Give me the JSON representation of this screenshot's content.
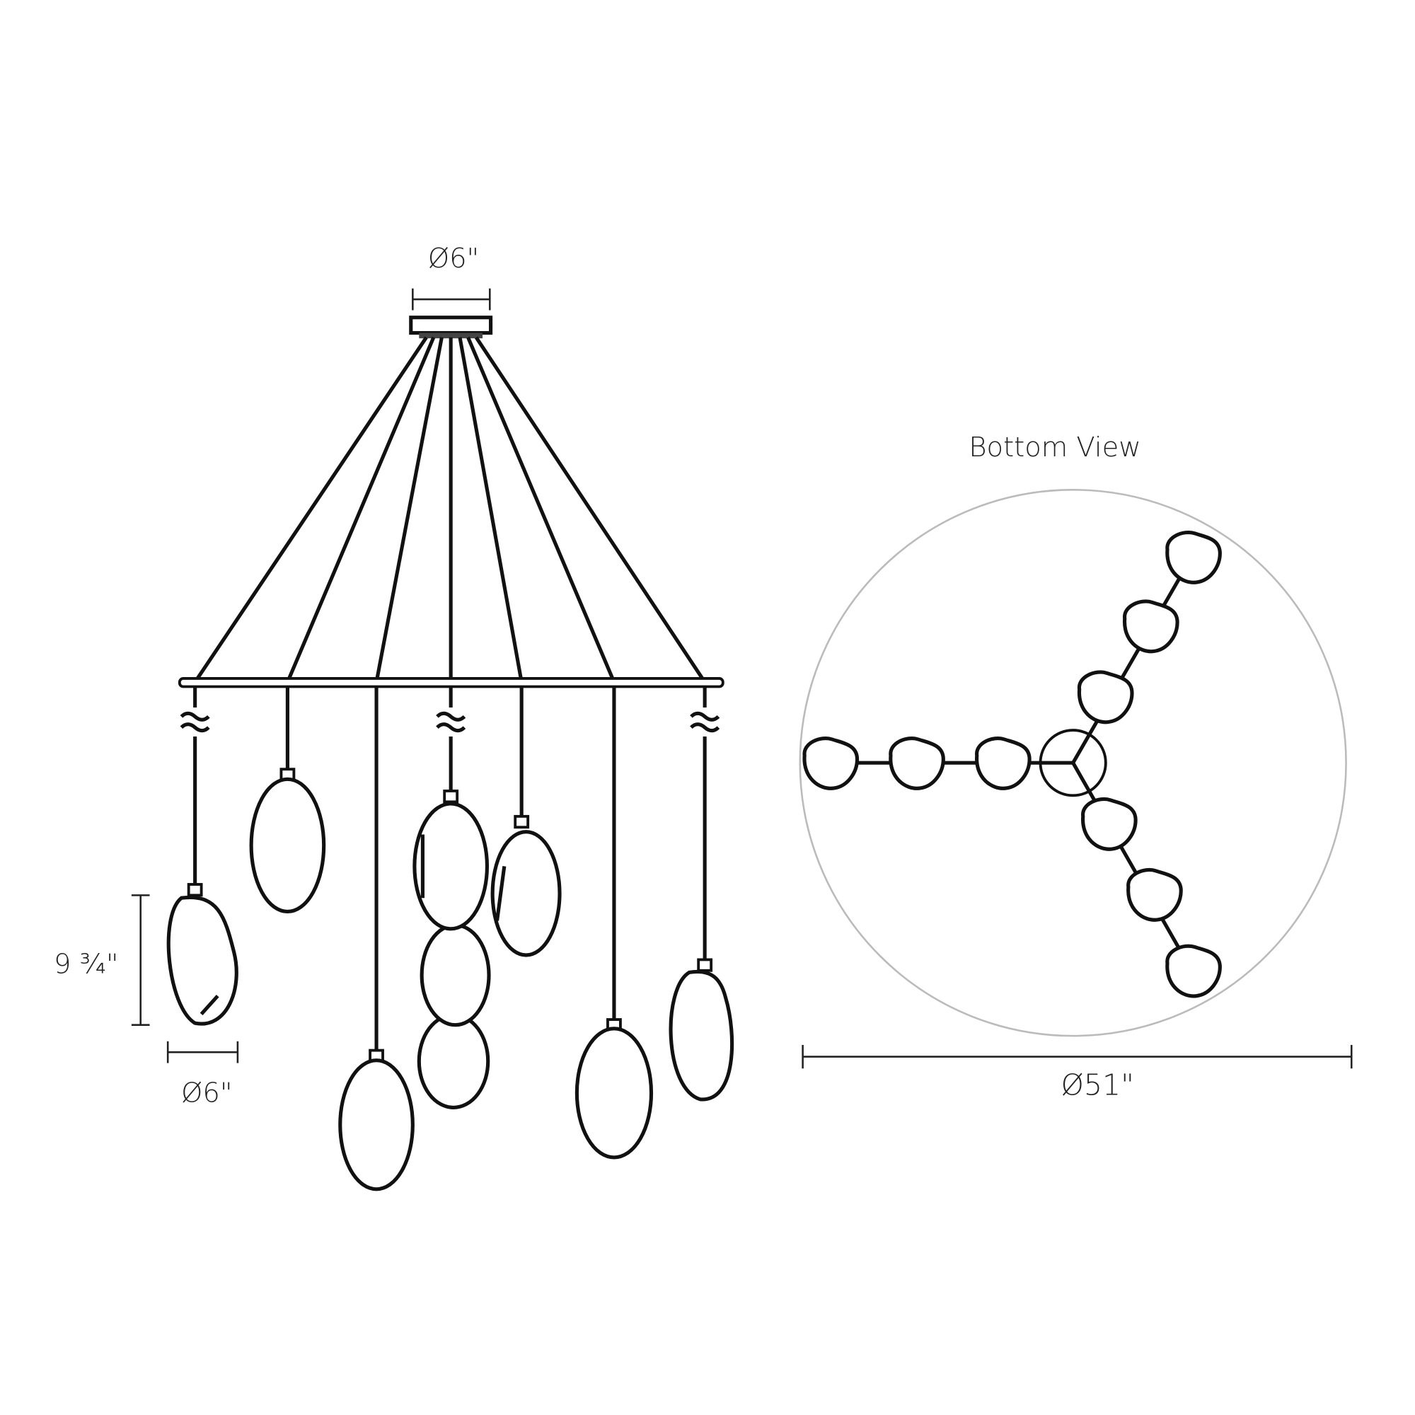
{
  "labels": {
    "canopy_diameter": "Ø6\"",
    "shade_height": "9 ¾\"",
    "shade_diameter": "Ø6\"",
    "bottom_view_title": "Bottom View",
    "overall_diameter": "Ø51\""
  },
  "colors": {
    "line": "#111111",
    "outline_circle": "#bbbbbb"
  }
}
